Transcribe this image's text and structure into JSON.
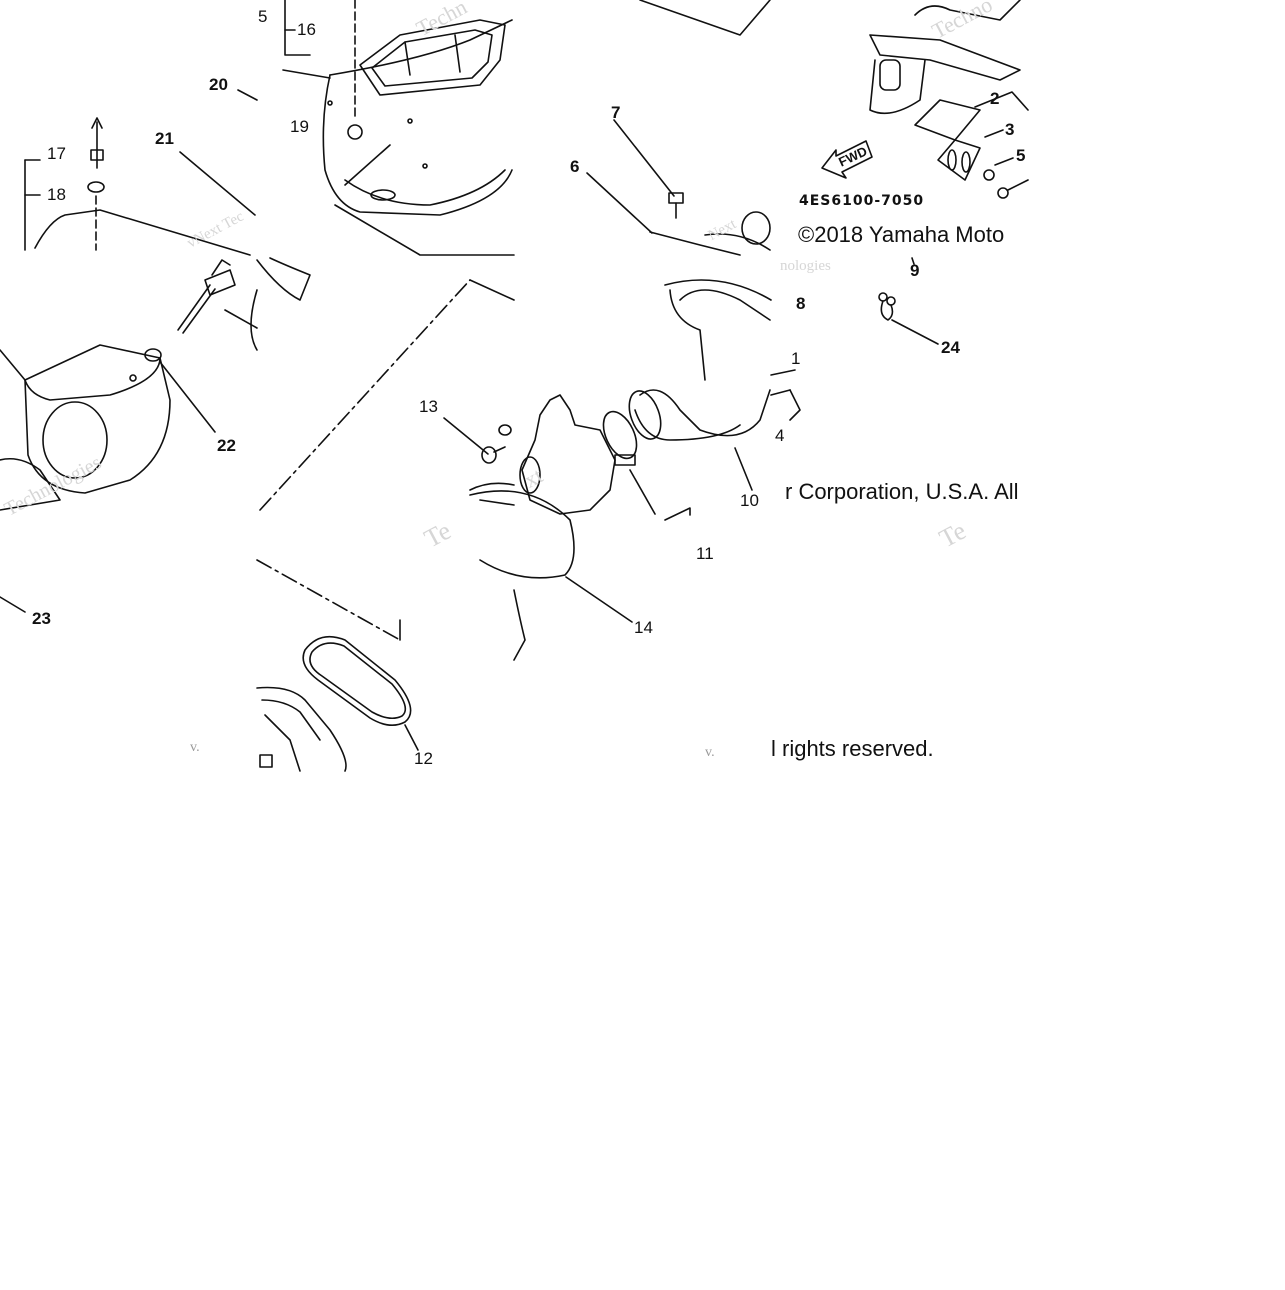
{
  "callouts": {
    "c1": "1",
    "c2": "2",
    "c3": "3",
    "c4": "4",
    "c5a": "5",
    "c5b": "5",
    "c6": "6",
    "c7": "7",
    "c8": "8",
    "c9": "9",
    "c10": "10",
    "c11": "11",
    "c12": "12",
    "c13": "13",
    "c14": "14",
    "c16": "16",
    "c17": "17",
    "c18": "18",
    "c19": "19",
    "c20": "20",
    "c21": "21",
    "c22": "22",
    "c23": "23",
    "c24": "24"
  },
  "fwd_label": "FWD",
  "diagram_code": "4ES6100-7050",
  "copyright": {
    "part1": "©2018 Yamaha Moto",
    "part2": "r Corporation, U.S.A. All",
    "part3": "l rights reserved."
  },
  "watermarks": {
    "w1": "Techn",
    "w2": "Techno",
    "w3": "vNext Tec",
    "w4": "Next",
    "w5": "Technologies",
    "w6": "Te",
    "w7": "Te",
    "w8": "xt",
    "w9": "nologies",
    "w10": "v.",
    "w11": "v."
  }
}
